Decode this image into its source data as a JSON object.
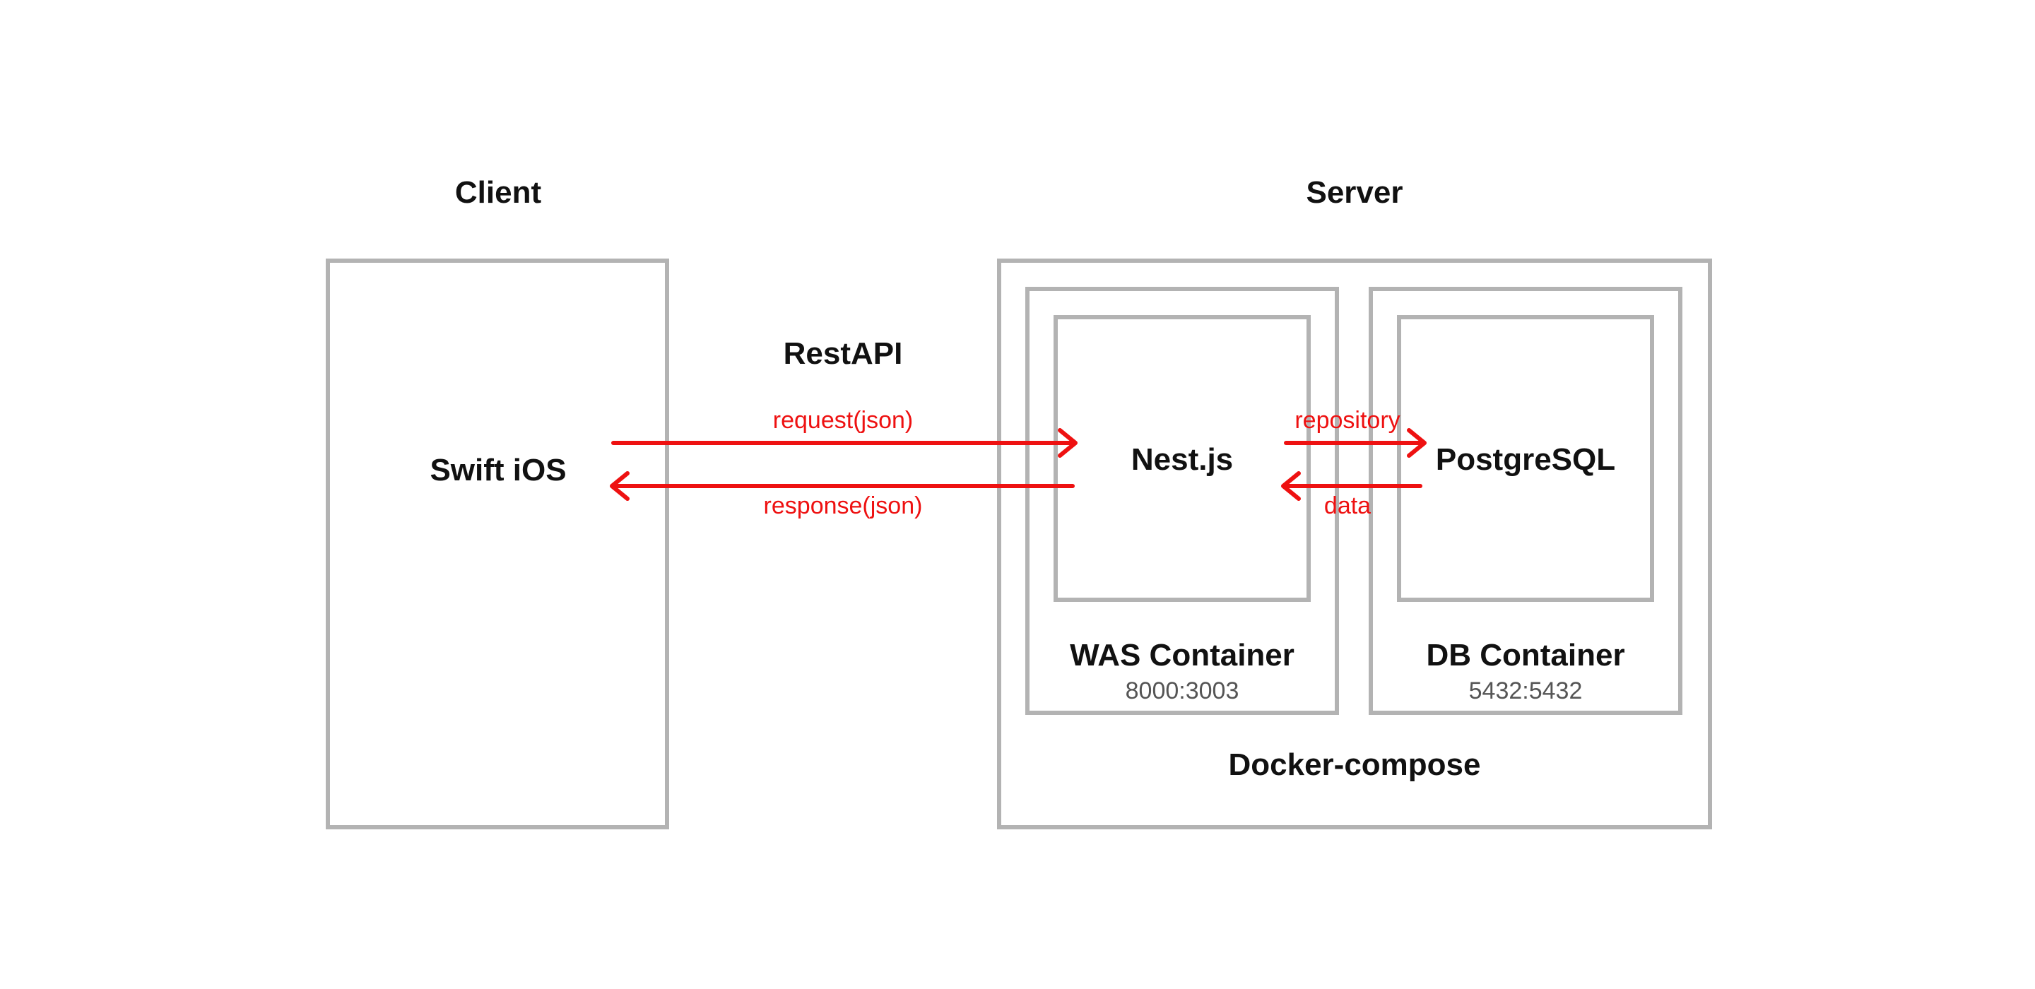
{
  "client": {
    "heading": "Client",
    "app": "Swift iOS"
  },
  "server": {
    "heading": "Server",
    "compose_label": "Docker-compose",
    "was": {
      "app": "Nest.js",
      "label": "WAS Container",
      "ports": "8000:3003"
    },
    "db": {
      "app": "PostgreSQL",
      "label": "DB Container",
      "ports": "5432:5432"
    }
  },
  "api": {
    "label": "RestAPI",
    "request": "request(json)",
    "response": "response(json)"
  },
  "db_link": {
    "repository": "repository",
    "data": "data"
  },
  "colors": {
    "box_border": "#b3b3b3",
    "arrow": "#ee1111",
    "text": "#111111"
  }
}
